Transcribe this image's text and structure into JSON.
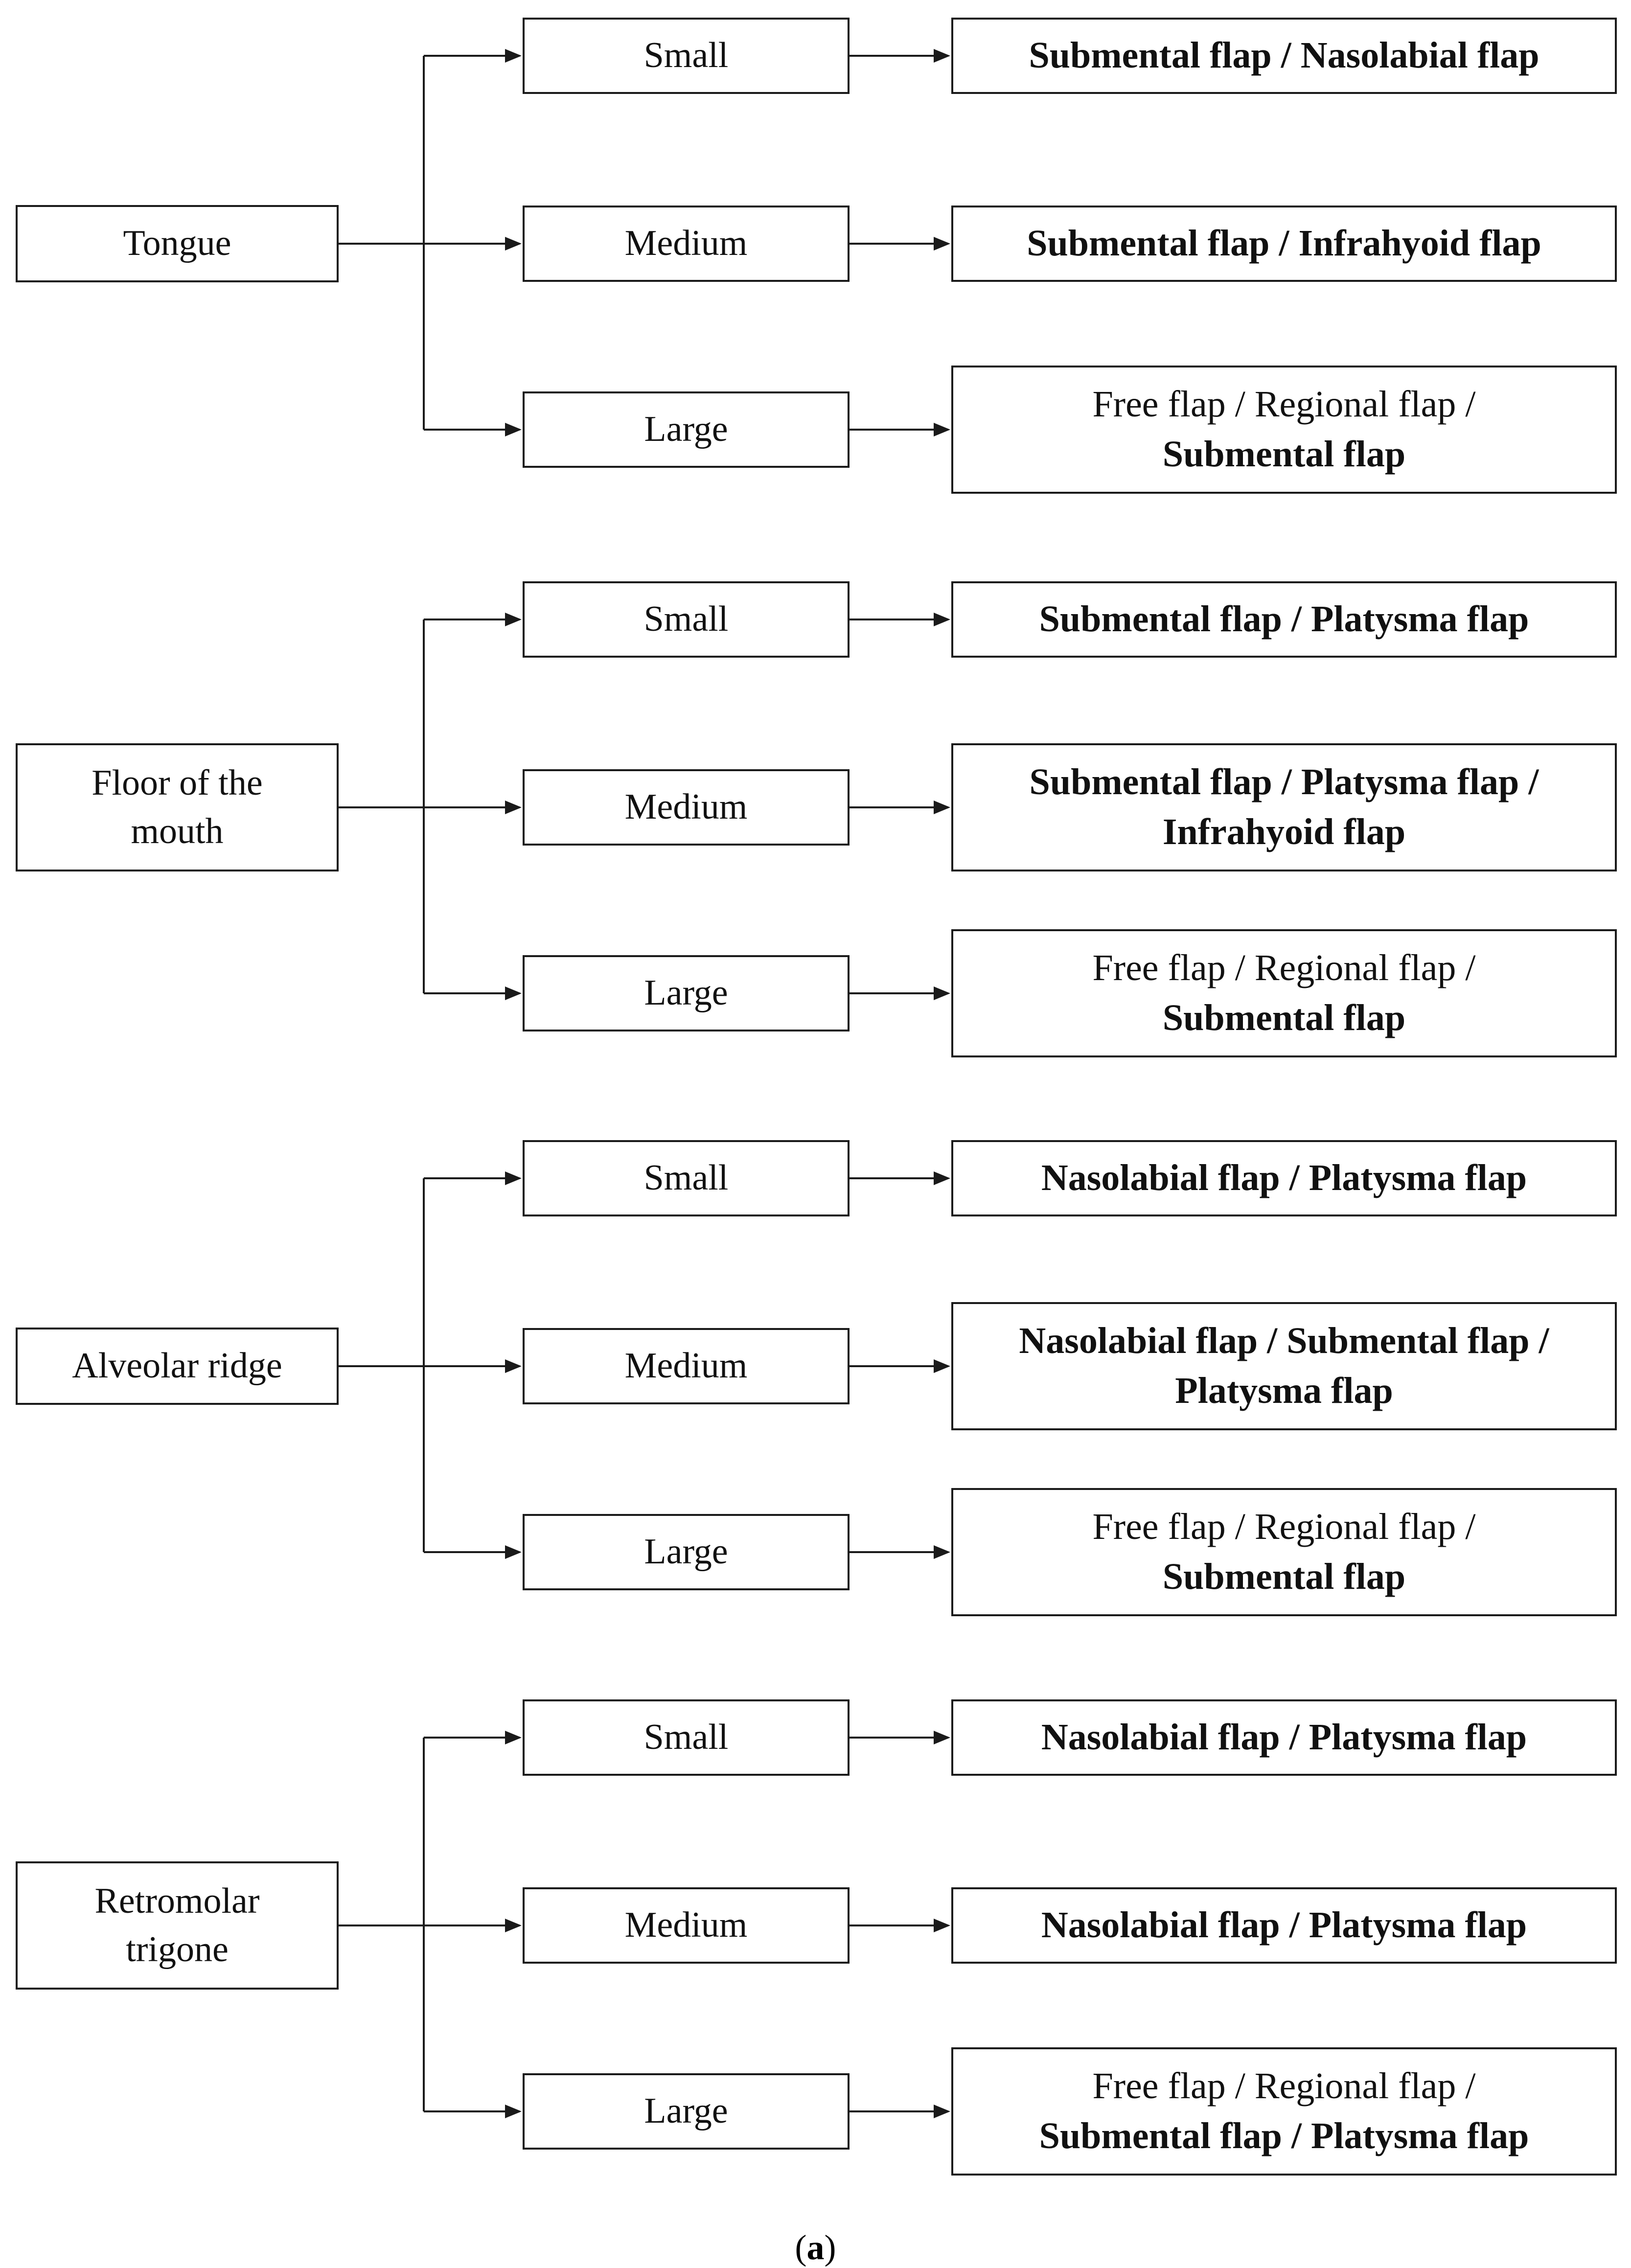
{
  "groups": [
    {
      "site": [
        "Tongue"
      ],
      "options": [
        {
          "size": "Small",
          "result": [
            [
              {
                "t": "Submental flap / Nasolabial flap",
                "b": true
              }
            ]
          ]
        },
        {
          "size": "Medium",
          "result": [
            [
              {
                "t": "Submental flap / Infrahyoid flap",
                "b": true
              }
            ]
          ]
        },
        {
          "size": "Large",
          "result": [
            [
              {
                "t": "Free flap / Regional flap /",
                "b": false
              }
            ],
            [
              {
                "t": "Submental flap",
                "b": true
              }
            ]
          ]
        }
      ]
    },
    {
      "site": [
        "Floor of the",
        "mouth"
      ],
      "options": [
        {
          "size": "Small",
          "result": [
            [
              {
                "t": "Submental flap / Platysma flap",
                "b": true
              }
            ]
          ]
        },
        {
          "size": "Medium",
          "result": [
            [
              {
                "t": "Submental flap / Platysma flap /",
                "b": true
              }
            ],
            [
              {
                "t": "Infrahyoid flap",
                "b": true
              }
            ]
          ]
        },
        {
          "size": "Large",
          "result": [
            [
              {
                "t": "Free flap / Regional flap /",
                "b": false
              }
            ],
            [
              {
                "t": "Submental flap",
                "b": true
              }
            ]
          ]
        }
      ]
    },
    {
      "site": [
        "Alveolar ridge"
      ],
      "options": [
        {
          "size": "Small",
          "result": [
            [
              {
                "t": "Nasolabial flap / Platysma flap",
                "b": true
              }
            ]
          ]
        },
        {
          "size": "Medium",
          "result": [
            [
              {
                "t": "Nasolabial flap / Submental flap /",
                "b": true
              }
            ],
            [
              {
                "t": "Platysma flap",
                "b": true
              }
            ]
          ]
        },
        {
          "size": "Large",
          "result": [
            [
              {
                "t": "Free flap / Regional flap /",
                "b": false
              }
            ],
            [
              {
                "t": "Submental flap",
                "b": true
              }
            ]
          ]
        }
      ]
    },
    {
      "site": [
        "Retromolar",
        "trigone"
      ],
      "options": [
        {
          "size": "Small",
          "result": [
            [
              {
                "t": "Nasolabial flap / Platysma flap",
                "b": true
              }
            ]
          ]
        },
        {
          "size": "Medium",
          "result": [
            [
              {
                "t": "Nasolabial flap / Platysma flap",
                "b": true
              }
            ]
          ]
        },
        {
          "size": "Large",
          "result": [
            [
              {
                "t": "Free flap / Regional flap /",
                "b": false
              }
            ],
            [
              {
                "t": "Submental flap / Platysma flap",
                "b": true
              }
            ]
          ]
        }
      ]
    }
  ],
  "caption": {
    "open": "(",
    "letter": "a",
    "close": ")"
  }
}
